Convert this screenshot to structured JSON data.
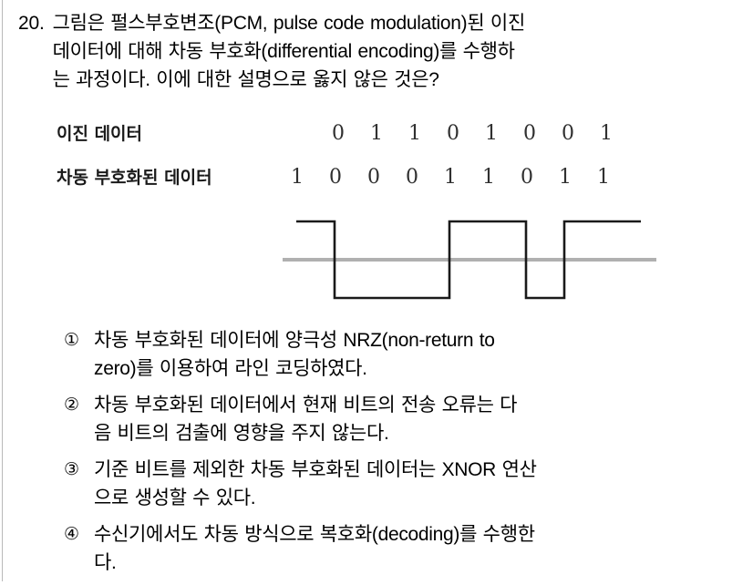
{
  "question": {
    "number": "20.",
    "lines": [
      "그림은 펄스부호변조(PCM, pulse code modulation)된 이진",
      "데이터에 대해 차동 부호화(differential encoding)를 수행하",
      "는 과정이다. 이에 대한 설명으로 옳지 않은 것은?"
    ]
  },
  "figure": {
    "rows": [
      {
        "label": "이진 데이터",
        "bits": [
          "0",
          "1",
          "1",
          "0",
          "1",
          "0",
          "0",
          "1"
        ]
      },
      {
        "label": "차동 부호화된 데이터",
        "bits": [
          "1",
          "0",
          "0",
          "0",
          "1",
          "1",
          "0",
          "1",
          "1"
        ]
      }
    ],
    "waveform": {
      "encoding": "polar-nrz",
      "bits": [
        1,
        0,
        0,
        0,
        1,
        1,
        0,
        1,
        1
      ],
      "baseline_color": "#b0b0b0",
      "signal_color": "#1a1a1a"
    }
  },
  "choices": [
    {
      "marker": "①",
      "lines": [
        "차동 부호화된 데이터에 양극성 NRZ(non-return to",
        "zero)를 이용하여 라인 코딩하였다."
      ]
    },
    {
      "marker": "②",
      "lines": [
        "차동 부호화된 데이터에서 현재 비트의 전송 오류는 다",
        "음 비트의 검출에 영향을 주지 않는다."
      ]
    },
    {
      "marker": "③",
      "lines": [
        "기준 비트를 제외한 차동 부호화된 데이터는 XNOR 연산",
        "으로 생성할 수 있다."
      ]
    },
    {
      "marker": "④",
      "lines": [
        "수신기에서도 차동 방식으로 복호화(decoding)를 수행한",
        "다."
      ]
    }
  ]
}
